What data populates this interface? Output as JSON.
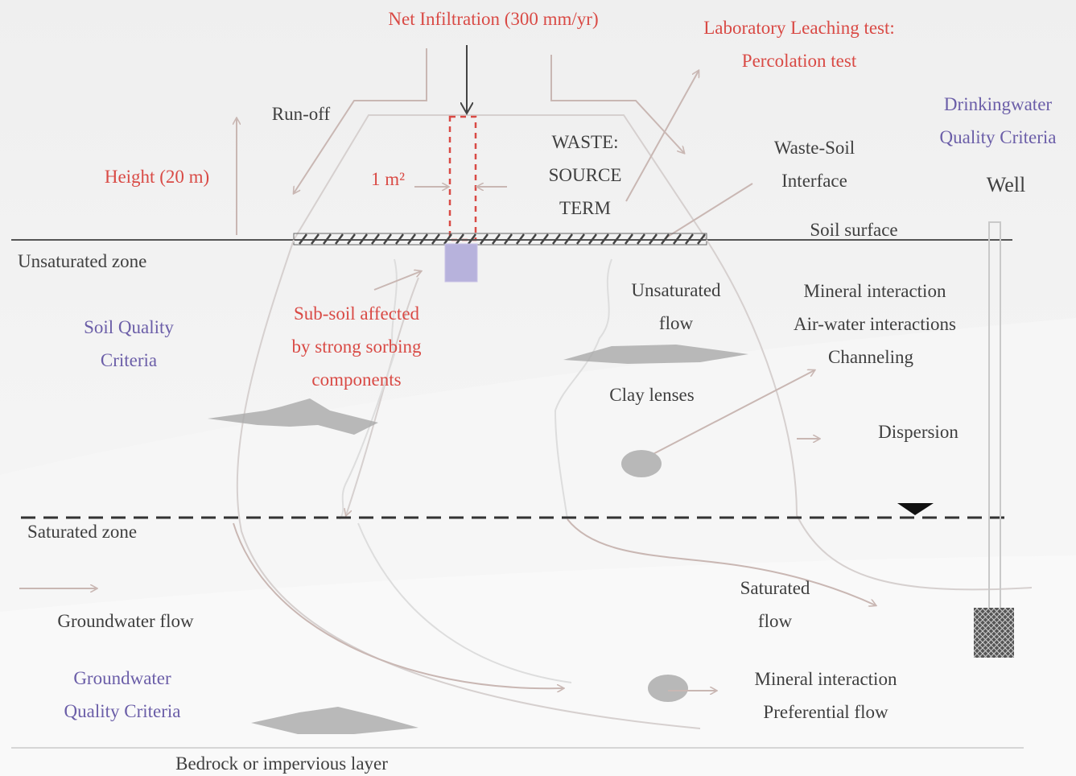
{
  "colors": {
    "red": "#d94a45",
    "blue": "#6b5ea8",
    "dark": "#3f3f3f",
    "flow_line": "#c9b7b3",
    "lens_fill": "#a9a9a9",
    "source_block": "#b7b2dc"
  },
  "labels": {
    "net_infiltration": "Net Infiltration (300 mm/yr)",
    "lab_test_1": "Laboratory Leaching test:",
    "lab_test_2": "Percolation test",
    "drinking_1": "Drinkingwater",
    "drinking_2": "Quality Criteria",
    "well": "Well",
    "runoff": "Run-off",
    "height": "Height (20 m)",
    "area": "1 m²",
    "waste_1": "WASTE:",
    "waste_2": "SOURCE",
    "waste_3": "TERM",
    "interface_1": "Waste-Soil",
    "interface_2": "Interface",
    "soil_surface": "Soil surface",
    "unsaturated_zone": "Unsaturated zone",
    "soil_quality_1": "Soil Quality",
    "soil_quality_2": "Criteria",
    "subsoil_1": "Sub-soil affected",
    "subsoil_2": "by strong sorbing",
    "subsoil_3": "components",
    "unsat_flow_1": "Unsaturated",
    "unsat_flow_2": "flow",
    "unsat_proc_1": "Mineral interaction",
    "unsat_proc_2": "Air-water interactions",
    "unsat_proc_3": "Channeling",
    "clay": "Clay lenses",
    "dispersion": "Dispersion",
    "saturated_zone": "Saturated zone",
    "gw_flow": "Groundwater flow",
    "sat_flow_1": "Saturated",
    "sat_flow_2": "flow",
    "gw_quality_1": "Groundwater",
    "gw_quality_2": "Quality Criteria",
    "sat_proc_1": "Mineral interaction",
    "sat_proc_2": "Preferential flow",
    "bedrock": "Bedrock or impervious layer"
  }
}
